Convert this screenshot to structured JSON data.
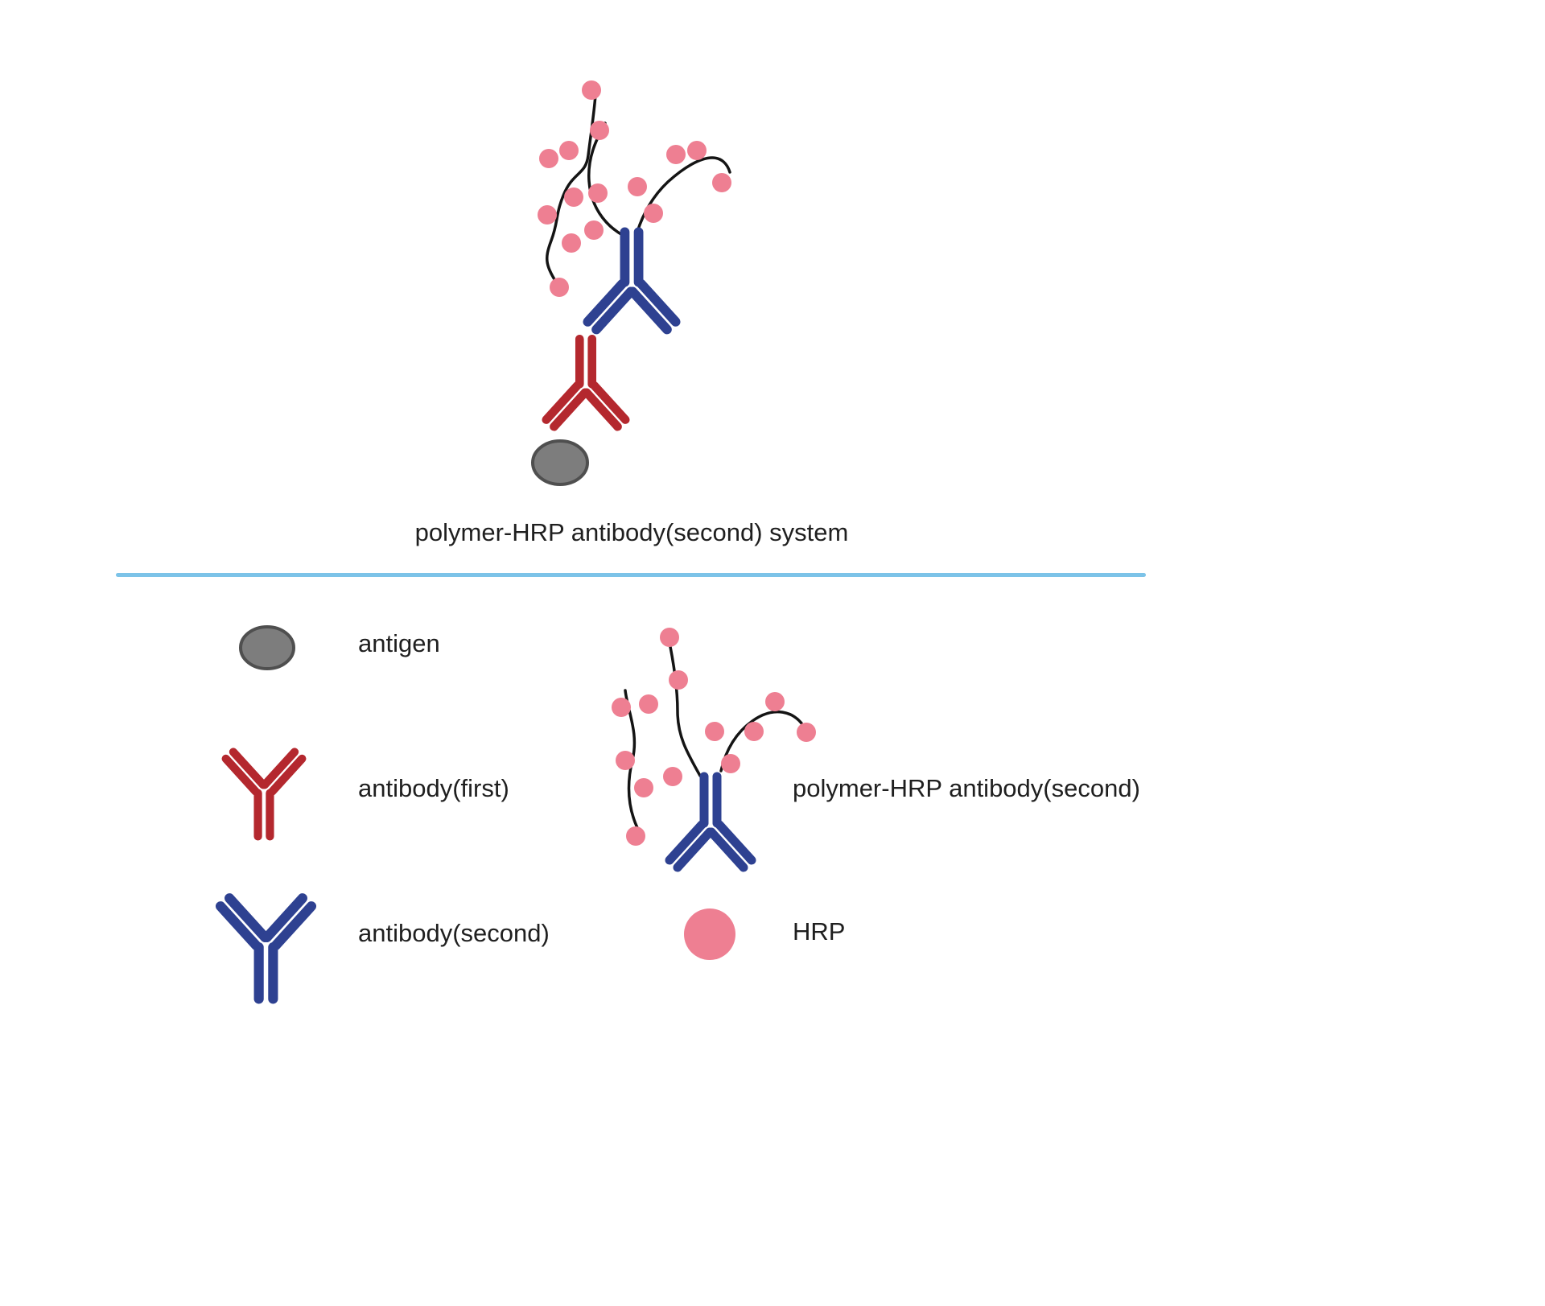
{
  "diagram": {
    "caption": "polymer-HRP antibody(second) system"
  },
  "legend": {
    "items": [
      {
        "label": "antigen",
        "icon": "antigen-ellipse"
      },
      {
        "label": "antibody(first)",
        "icon": "antibody-first-red-y"
      },
      {
        "label": "antibody(second)",
        "icon": "antibody-second-blue-y"
      },
      {
        "label": "polymer-HRP antibody(second)",
        "icon": "polymer-hrp-antibody-complex"
      },
      {
        "label": "HRP",
        "icon": "hrp-circle"
      }
    ]
  },
  "colors": {
    "antibody_first_red": "#b4282e",
    "antibody_second_blue": "#2e4191",
    "hrp_pink": "#ee7f92",
    "antigen_gray": "#7d7d7d",
    "antigen_outline": "#4f4f4f",
    "polymer_black": "#141414",
    "divider_blue": "#7cc3e8",
    "text_dark": "#1f1f1f",
    "background_white": "#ffffff"
  }
}
